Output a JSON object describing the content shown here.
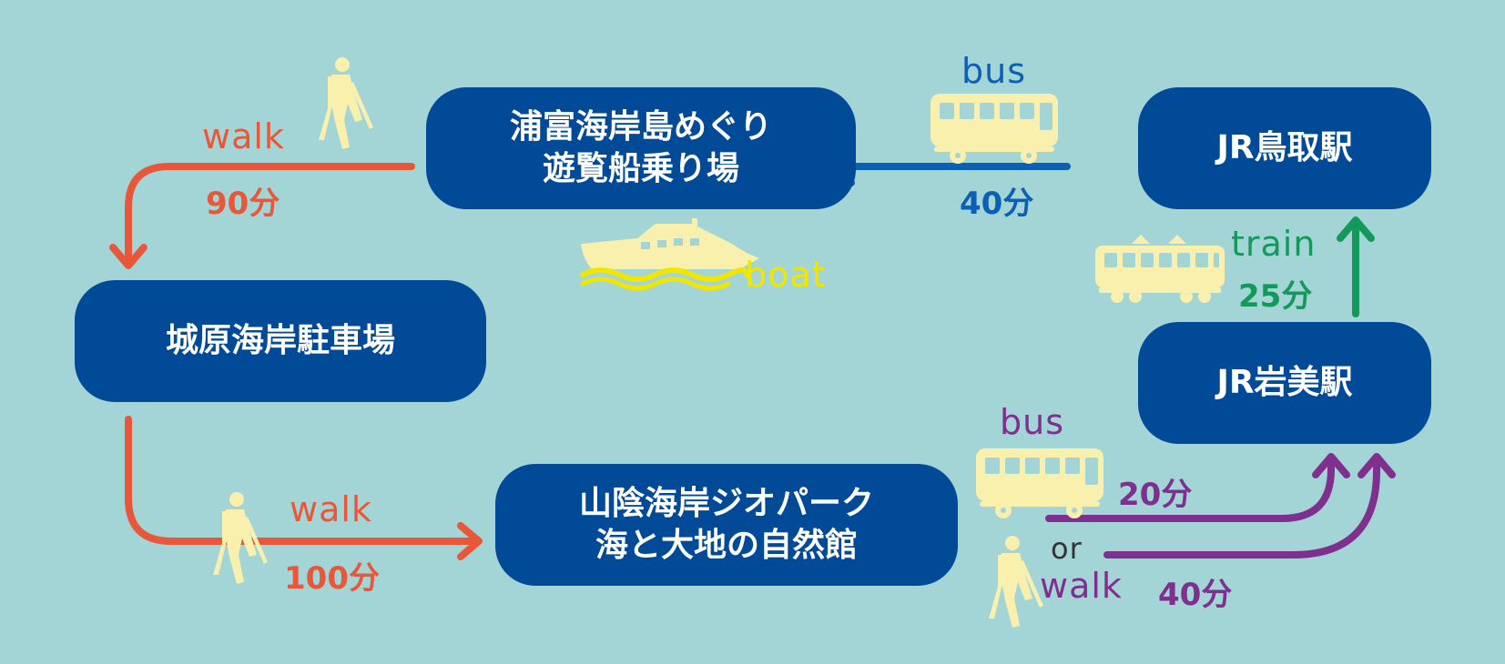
{
  "colors": {
    "background": "#a3d5d6",
    "station_box": "#004a98",
    "walk_route": "#e8573a",
    "bus_route": "#0b5fb5",
    "train_route": "#13995a",
    "jr_bus_walk_route": "#7f2f8e",
    "icon_fill": "#f8f0ac",
    "boat_wave": "#f2e600",
    "text_on_box": "#ffffff",
    "or_text": "#333333"
  },
  "stations": {
    "uradome": {
      "line1": "浦富海岸島めぐり",
      "line2": "遊覧船乗り場"
    },
    "tottori": {
      "label": "JR鳥取駅"
    },
    "shirowara": {
      "label": "城原海岸駐車場"
    },
    "iwami": {
      "label": "JR岩美駅"
    },
    "geopark": {
      "line1": "山陰海岸ジオパーク",
      "line2": "海と大地の自然館"
    }
  },
  "routes": {
    "tottori_to_uradome": {
      "mode": "bus",
      "time": "40分",
      "icon": "bus-icon"
    },
    "uradome_to_shirowara": {
      "mode": "walk",
      "time": "90分",
      "icon": "hiker-icon"
    },
    "uradome_boat": {
      "mode": "boat",
      "icon": "boat-icon"
    },
    "shirowara_to_geopark": {
      "mode": "walk",
      "time": "100分",
      "icon": "hiker-icon"
    },
    "geopark_to_iwami_bus": {
      "mode": "bus",
      "time": "20分",
      "icon": "bus-icon"
    },
    "geopark_to_iwami_or": {
      "label": "or"
    },
    "geopark_to_iwami_walk": {
      "mode": "walk",
      "time": "40分",
      "icon": "hiker-icon"
    },
    "iwami_to_tottori": {
      "mode": "train",
      "time": "25分",
      "icon": "train-icon"
    }
  }
}
